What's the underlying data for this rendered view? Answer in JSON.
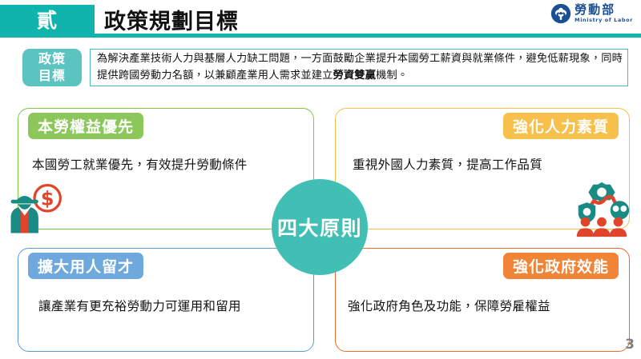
{
  "header": {
    "section_number": "貳",
    "title": "政策規劃目標",
    "band_color": "#11b3ad",
    "logo": {
      "name_cn": "勞動部",
      "name_en": "Ministry of Labor",
      "color": "#1a4f93"
    }
  },
  "policy_goal": {
    "tab_label_line1": "政策",
    "tab_label_line2": "目標",
    "tab_color": "#5cc4c0",
    "text_part1": "為解決產業技術人力與基層人力缺工問題，一方面鼓勵企業提升本國勞工薪資與就業條件，避免低薪現象，同時提供跨國勞動力名額，以兼顧產業用人需求並建立",
    "text_bold": "勞資雙贏",
    "text_part2": "機制。"
  },
  "center": {
    "label": "四大原則",
    "color": "#41bfb4"
  },
  "principles": [
    {
      "key": "top-left",
      "label": "本勞權益優先",
      "description": "本國勞工就業優先，有效提升勞動條件",
      "label_color": "#8cc75b",
      "border_color": "#7ac943"
    },
    {
      "key": "top-right",
      "label": "強化人力素質",
      "description": "重視外國人力素質，提高工作品質",
      "label_color": "#f7c04a",
      "border_color": "#f5c14e"
    },
    {
      "key": "bottom-left",
      "label": "擴大用人留才",
      "description": "讓產業有更充裕勞動力可運用和留用",
      "label_color": "#6fa8dc",
      "border_color": "#5b9bd5"
    },
    {
      "key": "bottom-right",
      "label": "強化政府效能",
      "description": "強化政府角色及功能，保障勞雇權益",
      "label_color": "#f08437",
      "border_color": "#ec6a2c"
    }
  ],
  "icons": {
    "worker": "worker-with-money-icon",
    "people": "people-group-icon"
  },
  "page_number": "3"
}
